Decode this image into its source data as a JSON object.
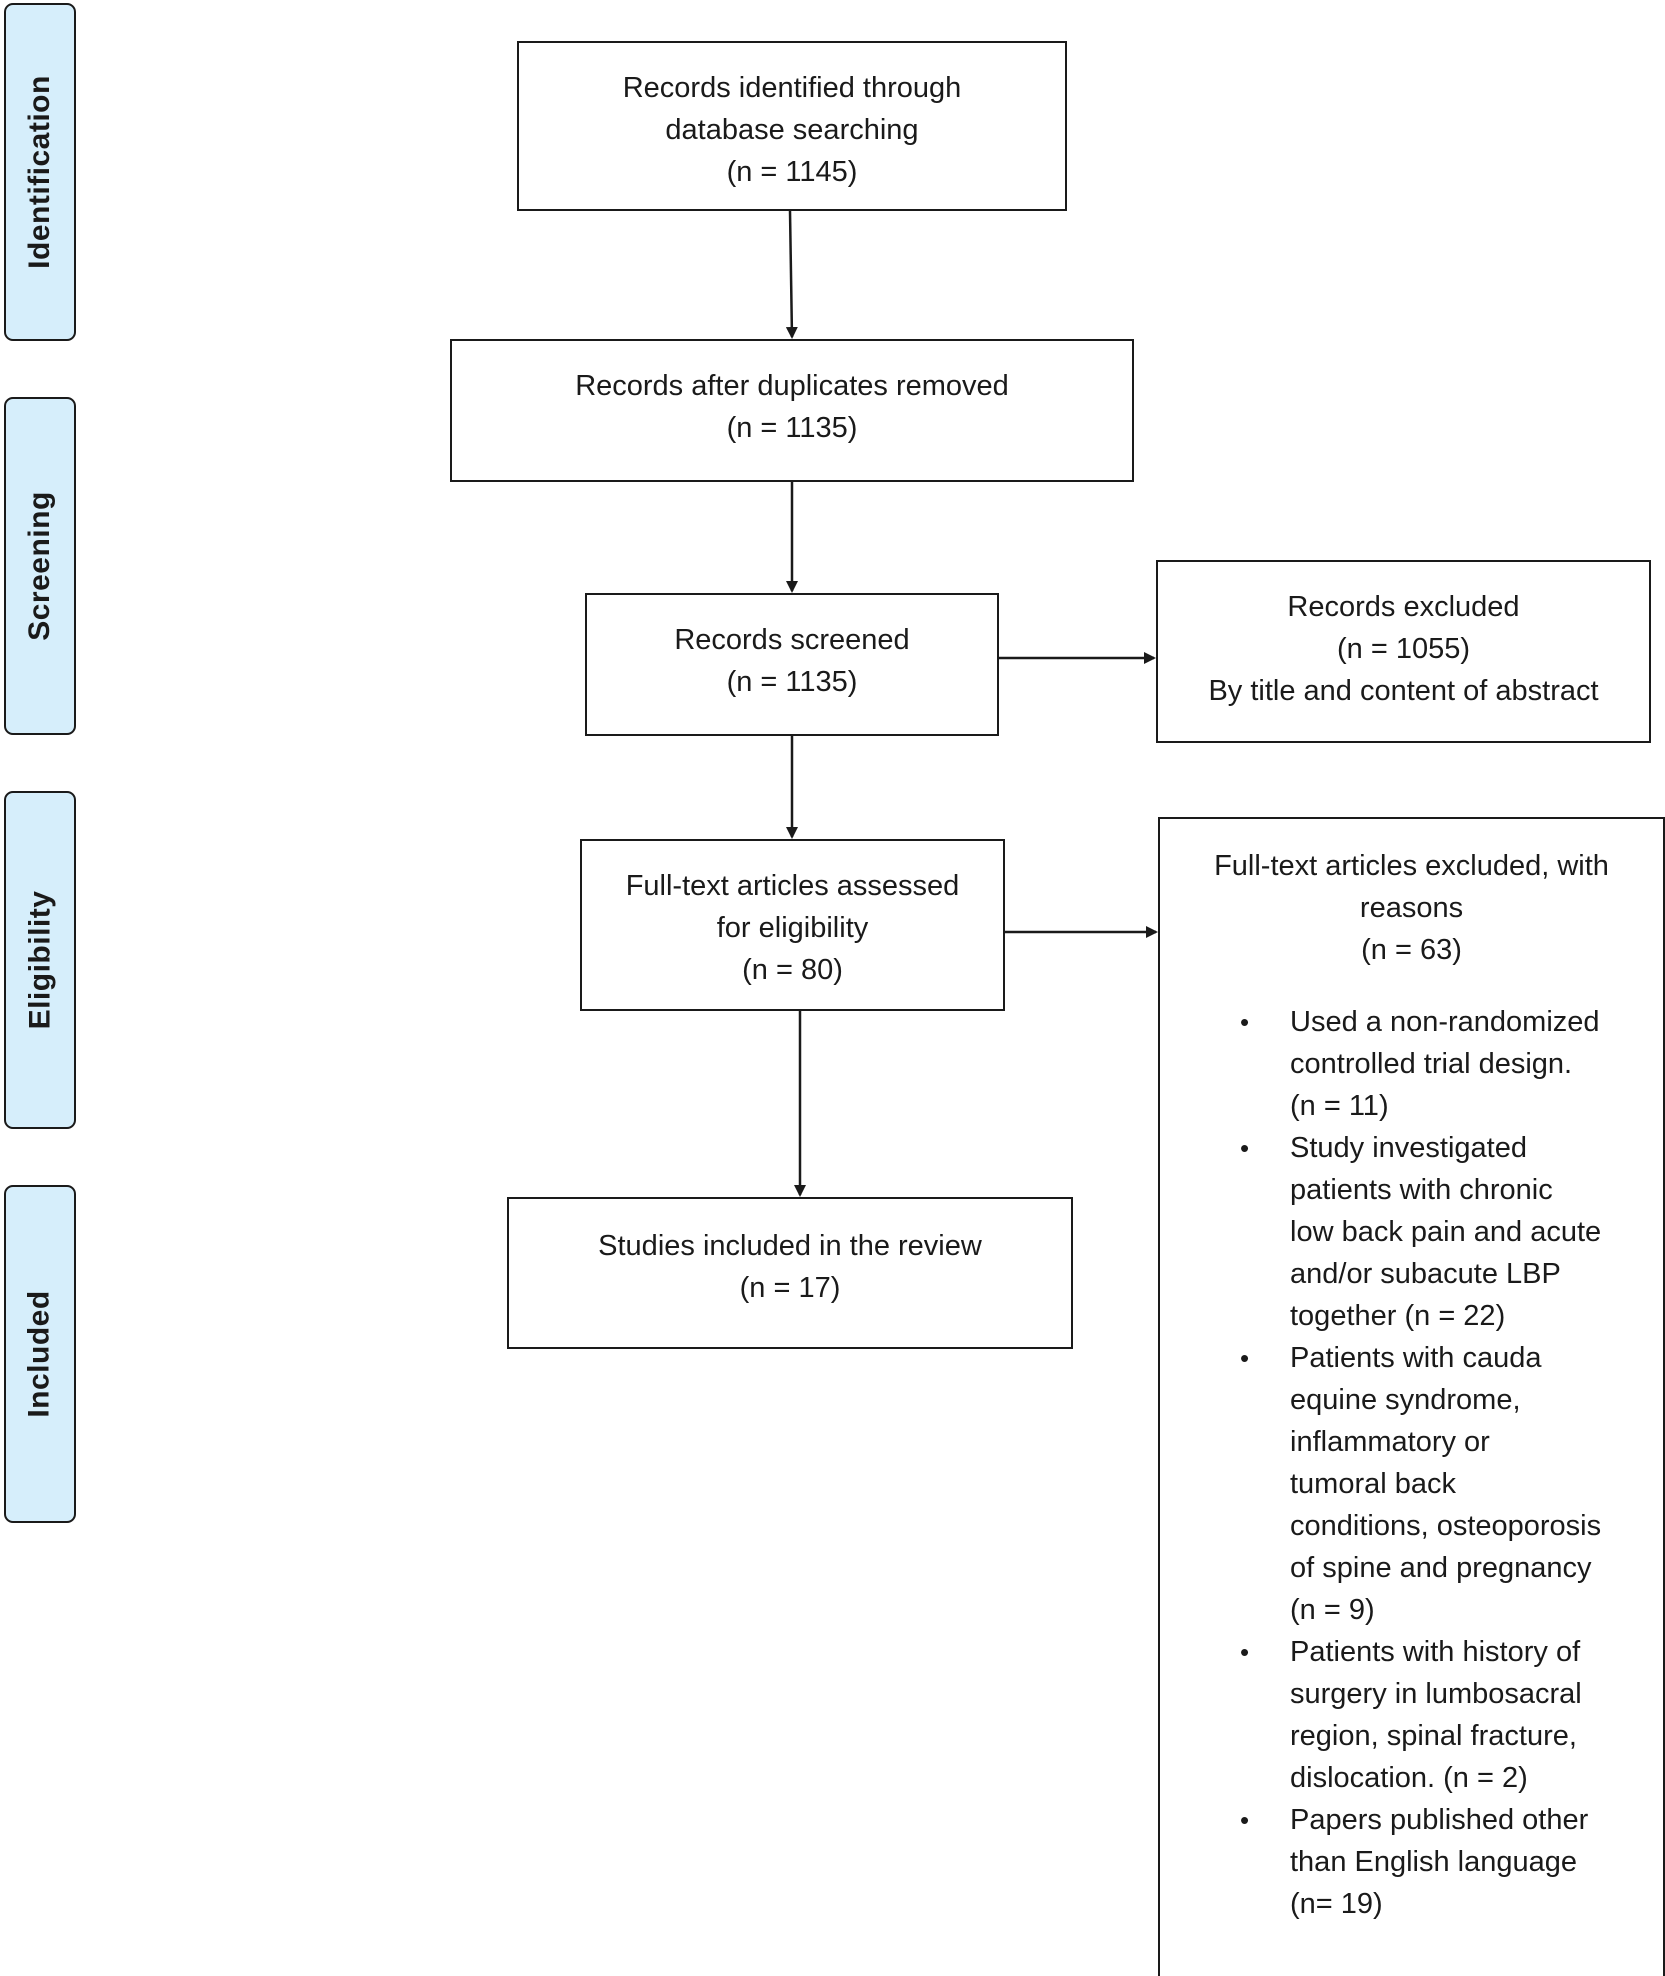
{
  "stages": [
    {
      "label": "Identification"
    },
    {
      "label": "Screening"
    },
    {
      "label": "Eligibility"
    },
    {
      "label": "Included"
    }
  ],
  "boxes": {
    "identified": {
      "lines": [
        "Records identified through",
        "database searching",
        "(n = 1145)"
      ]
    },
    "duplicates": {
      "lines": [
        "Records after duplicates removed",
        "(n = 1135)"
      ]
    },
    "screened": {
      "lines": [
        "Records screened",
        "(n = 1135)"
      ]
    },
    "excluded": {
      "lines": [
        "Records excluded",
        "(n = 1055)",
        "By title and content of abstract"
      ]
    },
    "fulltext": {
      "lines": [
        "Full-text articles assessed",
        "for eligibility",
        "(n = 80)"
      ]
    },
    "included": {
      "lines": [
        "Studies included in the review",
        "(n = 17)"
      ]
    }
  },
  "fulltext_excluded": {
    "head": [
      "Full-text articles excluded, with",
      "reasons",
      "(n = 63)"
    ],
    "reasons": [
      {
        "lines": [
          "Used a non-randomized",
          "controlled trial design.",
          "(n = 11)"
        ]
      },
      {
        "lines": [
          "Study investigated",
          "patients with chronic",
          "low back pain and acute",
          "and/or subacute LBP",
          "together (n = 22)"
        ]
      },
      {
        "lines": [
          "Patients with cauda",
          "equine syndrome,",
          "inflammatory or",
          "tumoral back",
          "conditions, osteoporosis",
          "of spine and pregnancy",
          "(n = 9)"
        ]
      },
      {
        "lines": [
          "Patients with history of",
          "surgery in lumbosacral",
          "region, spinal fracture,",
          "dislocation. (n = 2)"
        ]
      },
      {
        "lines": [
          "Papers published other",
          "than English language",
          "(n= 19)"
        ]
      }
    ],
    "bullet": "•"
  }
}
